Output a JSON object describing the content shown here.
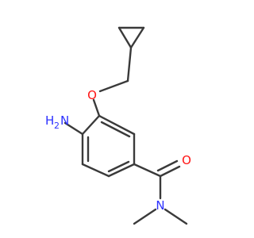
{
  "molecule": {
    "atoms": {
      "amine_n": {
        "symbol": "N",
        "suffix": "H",
        "subscript": "2",
        "color": "#2c31ff"
      },
      "ether_o": {
        "symbol": "O",
        "color": "#ff1414"
      },
      "carbonyl_o": {
        "symbol": "O",
        "color": "#ff1414"
      },
      "amide_n": {
        "symbol": "N",
        "color": "#2c31ff"
      }
    },
    "bond_color": "#3a3a3a"
  }
}
